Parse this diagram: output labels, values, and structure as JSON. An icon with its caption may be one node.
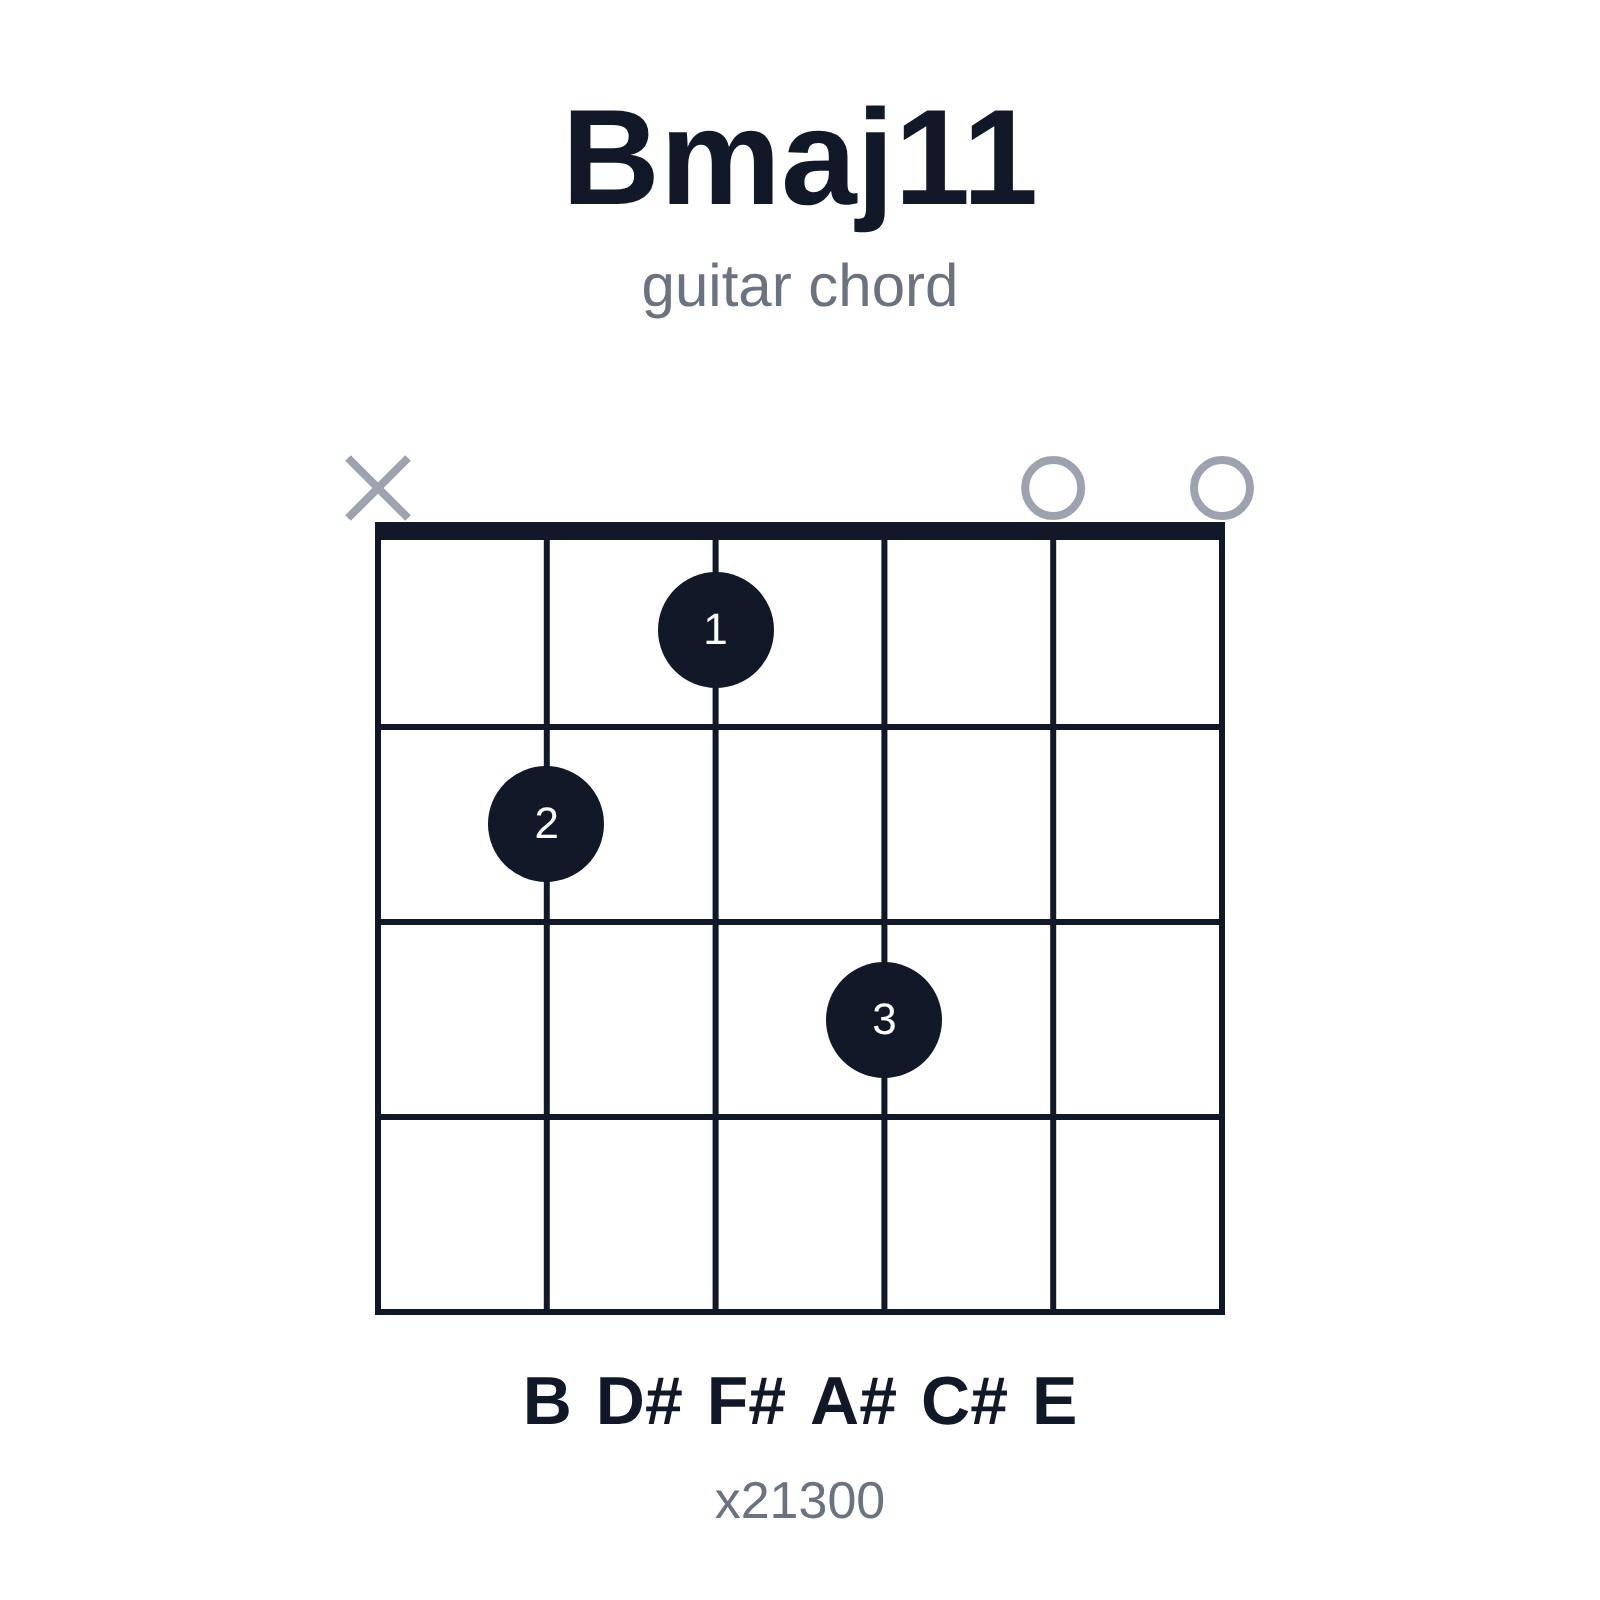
{
  "diagram": {
    "title": "Bmaj11",
    "nodes": [
      {
        "text": [
          "1"
        ]
      },
      {
        "text": [
          "2"
        ]
      },
      {
        "text": [
          "3"
        ]
      }
    ],
    "labels": [
      "guitar chord",
      "B",
      "D#",
      "F#",
      "A#",
      "C#",
      "E",
      "x21300"
    ]
  }
}
